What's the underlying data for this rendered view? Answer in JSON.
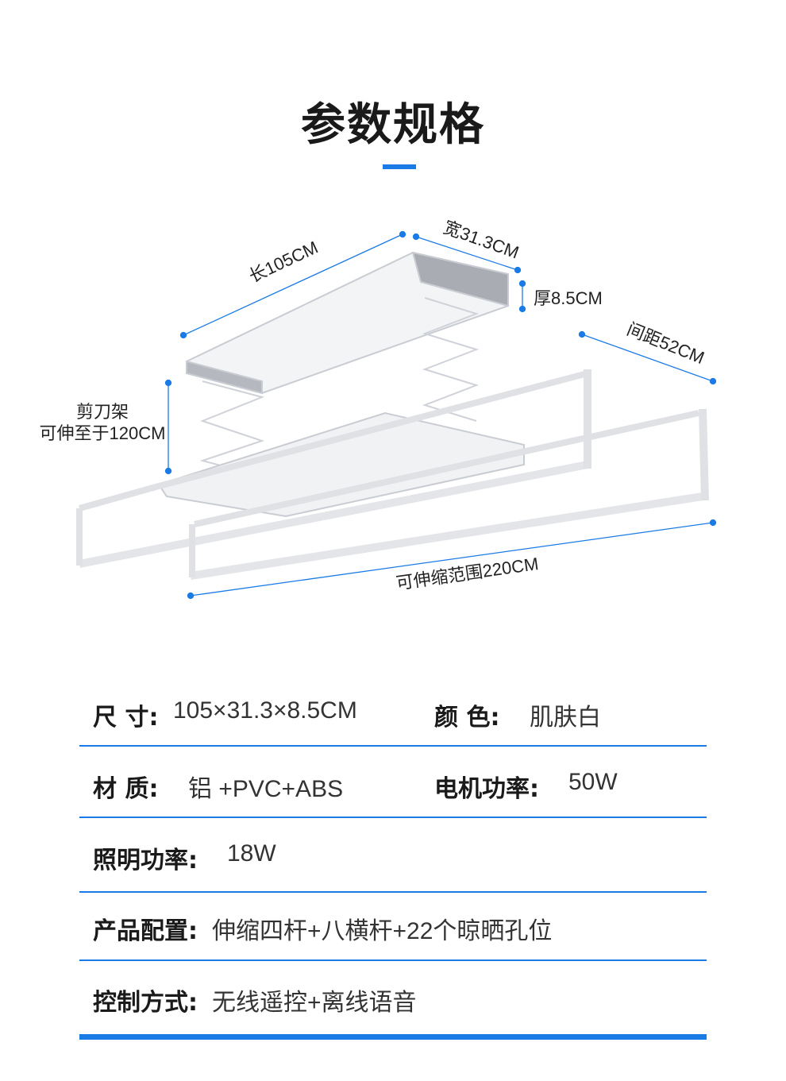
{
  "title": "参数规格",
  "accent_color": "#1a7ae6",
  "dimensions": {
    "length": "长105CM",
    "width": "宽31.3CM",
    "thickness": "厚8.5CM",
    "spacing": "间距52CM",
    "scissor_line1": "剪刀架",
    "scissor_line2": "可伸至于120CM",
    "extend_range": "可伸缩范围220CM"
  },
  "specs": {
    "size_label": "尺  寸:",
    "size_value": "105×31.3×8.5CM",
    "color_label": "颜  色:",
    "color_value": "肌肤白",
    "material_label": "材  质:",
    "material_value": "铝 +PVC+ABS",
    "motor_label": "电机功率:",
    "motor_value": "50W",
    "light_label": "照明功率:",
    "light_value": "18W",
    "config_label": "产品配置:",
    "config_value": "伸缩四杆+八横杆+22个晾晒孔位",
    "control_label": "控制方式:",
    "control_value": "无线遥控+离线语音"
  }
}
